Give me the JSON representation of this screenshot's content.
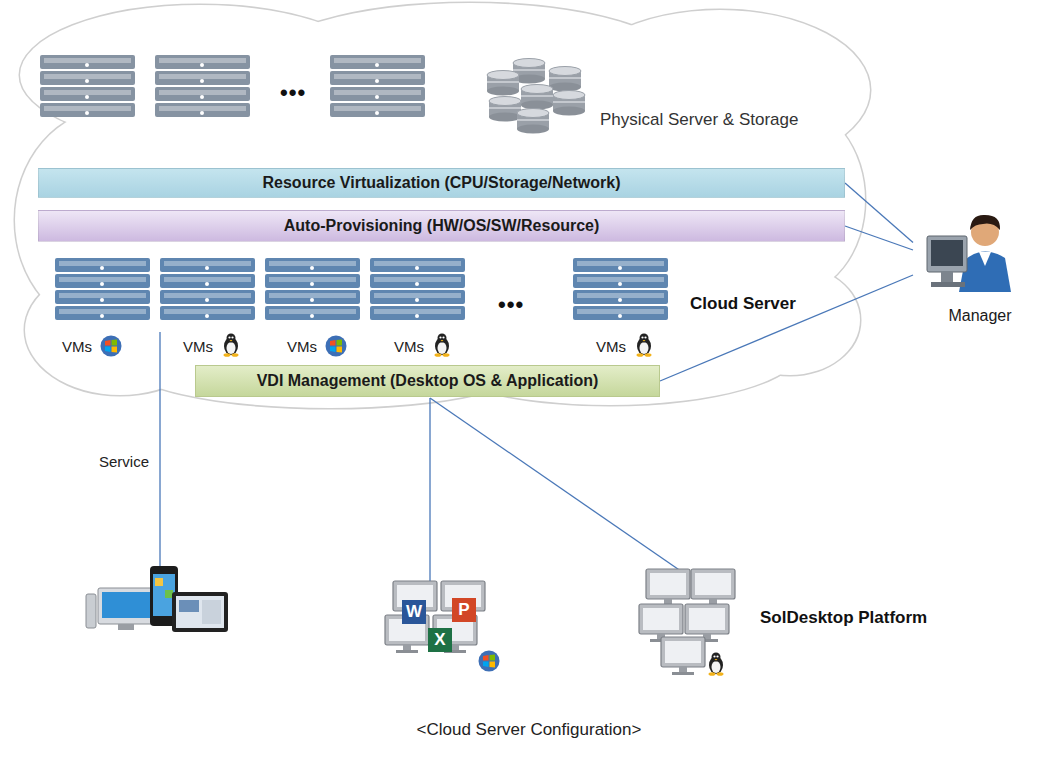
{
  "diagram": {
    "caption": "<Cloud Server Configuration>",
    "nodes": [
      {
        "text": [
          "Resource Virtualization (CPU/Storage/Network)"
        ]
      },
      {
        "text": [
          "Auto-Provisioning (HW/OS/SW/Resource)"
        ]
      },
      {
        "text": [
          "VDI Management (Desktop OS & Application)"
        ]
      },
      {
        "text": [
          "Manager"
        ]
      }
    ],
    "edges": [
      {
        "from": 0,
        "to": 3,
        "arrow": "none"
      },
      {
        "from": 1,
        "to": 3,
        "arrow": "none"
      },
      {
        "from": 2,
        "to": 3,
        "arrow": "none"
      }
    ],
    "labels": [
      "•••",
      "Physical Server & Storage",
      "•••",
      "Cloud Server",
      "VMs",
      "VMs",
      "VMs",
      "VMs",
      "VMs",
      "Service",
      "W",
      "P",
      "X",
      "SolDesktop Platform"
    ]
  }
}
